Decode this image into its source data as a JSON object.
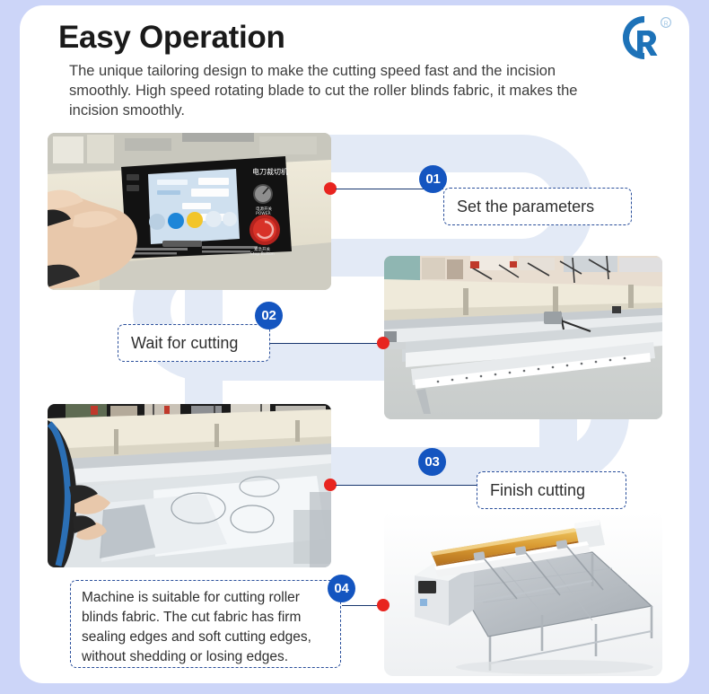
{
  "header": {
    "title": "Easy Operation",
    "subtitle": "The unique tailoring design to make the cutting speed fast and the incision smoothly.  High speed rotating blade to cut the roller blinds fabric, it makes the incision smoothly."
  },
  "logo": {
    "letter": "R",
    "trademark": "®",
    "color": "#1d72b8"
  },
  "colors": {
    "page_background": "#ccd5f8",
    "card_background": "#ffffff",
    "badge_blue": "#1455c0",
    "dot_red": "#e8241f",
    "line_navy": "#17366e",
    "dashed_border": "#2a4f9b",
    "serpentine": "#e3eaf6"
  },
  "steps": [
    {
      "number": "01",
      "label": "Set the parameters",
      "photo_alt": "operator-touching-control-panel"
    },
    {
      "number": "02",
      "label": "Wait for cutting",
      "photo_alt": "cutting-machine-rail-closeup"
    },
    {
      "number": "03",
      "label": "Finish cutting",
      "photo_alt": "worker-handling-cut-fabric"
    },
    {
      "number": "04",
      "label": "Machine is suitable for cutting roller blinds fabric. The cut fabric has firm sealing edges and soft cutting edges, without shedding or losing edges.",
      "photo_alt": "full-machine-3d-render"
    }
  ]
}
